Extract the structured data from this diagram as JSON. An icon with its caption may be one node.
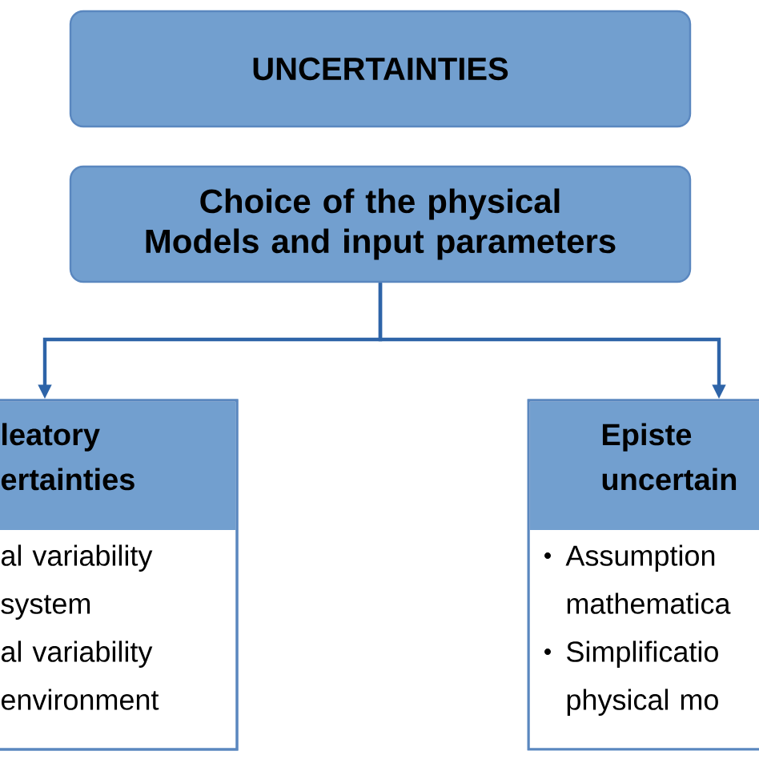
{
  "diagram": {
    "nodes": [
      {
        "text": [
          "UNCERTAINTIES"
        ]
      },
      {
        "text": [
          "Choice of the physical Models and input parameters"
        ]
      },
      {
        "text": [
          "leatory ertainties",
          "al variability system",
          "al variability environment"
        ]
      },
      {
        "text": [
          "Episte uncertain",
          "Assumption mathematica",
          "Simplificatio physical mo"
        ]
      }
    ],
    "edges": [
      {
        "from": 1,
        "to": 2,
        "arrow": "to"
      },
      {
        "from": 1,
        "to": 3,
        "arrow": "to"
      }
    ]
  }
}
